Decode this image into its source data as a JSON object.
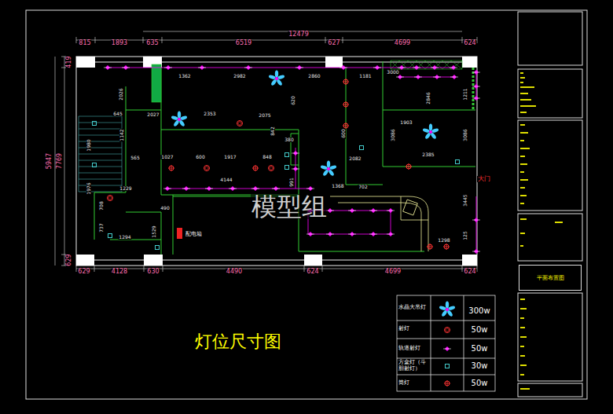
{
  "diagram": {
    "title": "灯位尺寸图",
    "nodes": [
      {
        "text": [
          "平面布置图"
        ]
      }
    ],
    "labels": [
      "815",
      "1893",
      "635",
      "6519",
      "12479",
      "627",
      "4699",
      "624",
      "629",
      "4128",
      "630",
      "4490",
      "624",
      "4699",
      "624",
      "419",
      "5947",
      "7769",
      "629",
      "2026",
      "645",
      "2027",
      "1362",
      "2982",
      "2860",
      "1181",
      "3000",
      "2846",
      "1211",
      "2353",
      "2075",
      "1903",
      "3086",
      "3086",
      "1142",
      "1980",
      "565",
      "1027",
      "600",
      "1917",
      "848",
      "380",
      "2082",
      "2385",
      "4144",
      "1229",
      "1368",
      "702",
      "1976",
      "708",
      "490",
      "737",
      "1294",
      "1529",
      "1298",
      "3445",
      "125",
      "600",
      "620",
      "842",
      "991",
      "配电箱",
      "大门",
      "模型组",
      "300w",
      "50w",
      "50w",
      "30w",
      "50w"
    ],
    "legend": [
      {
        "text": "水晶大吊灯"
      },
      {
        "text": "射灯"
      },
      {
        "text": "轨道射灯"
      },
      {
        "text": "方盒灯（斗胆射灯）"
      },
      {
        "text": "筒灯"
      }
    ]
  }
}
